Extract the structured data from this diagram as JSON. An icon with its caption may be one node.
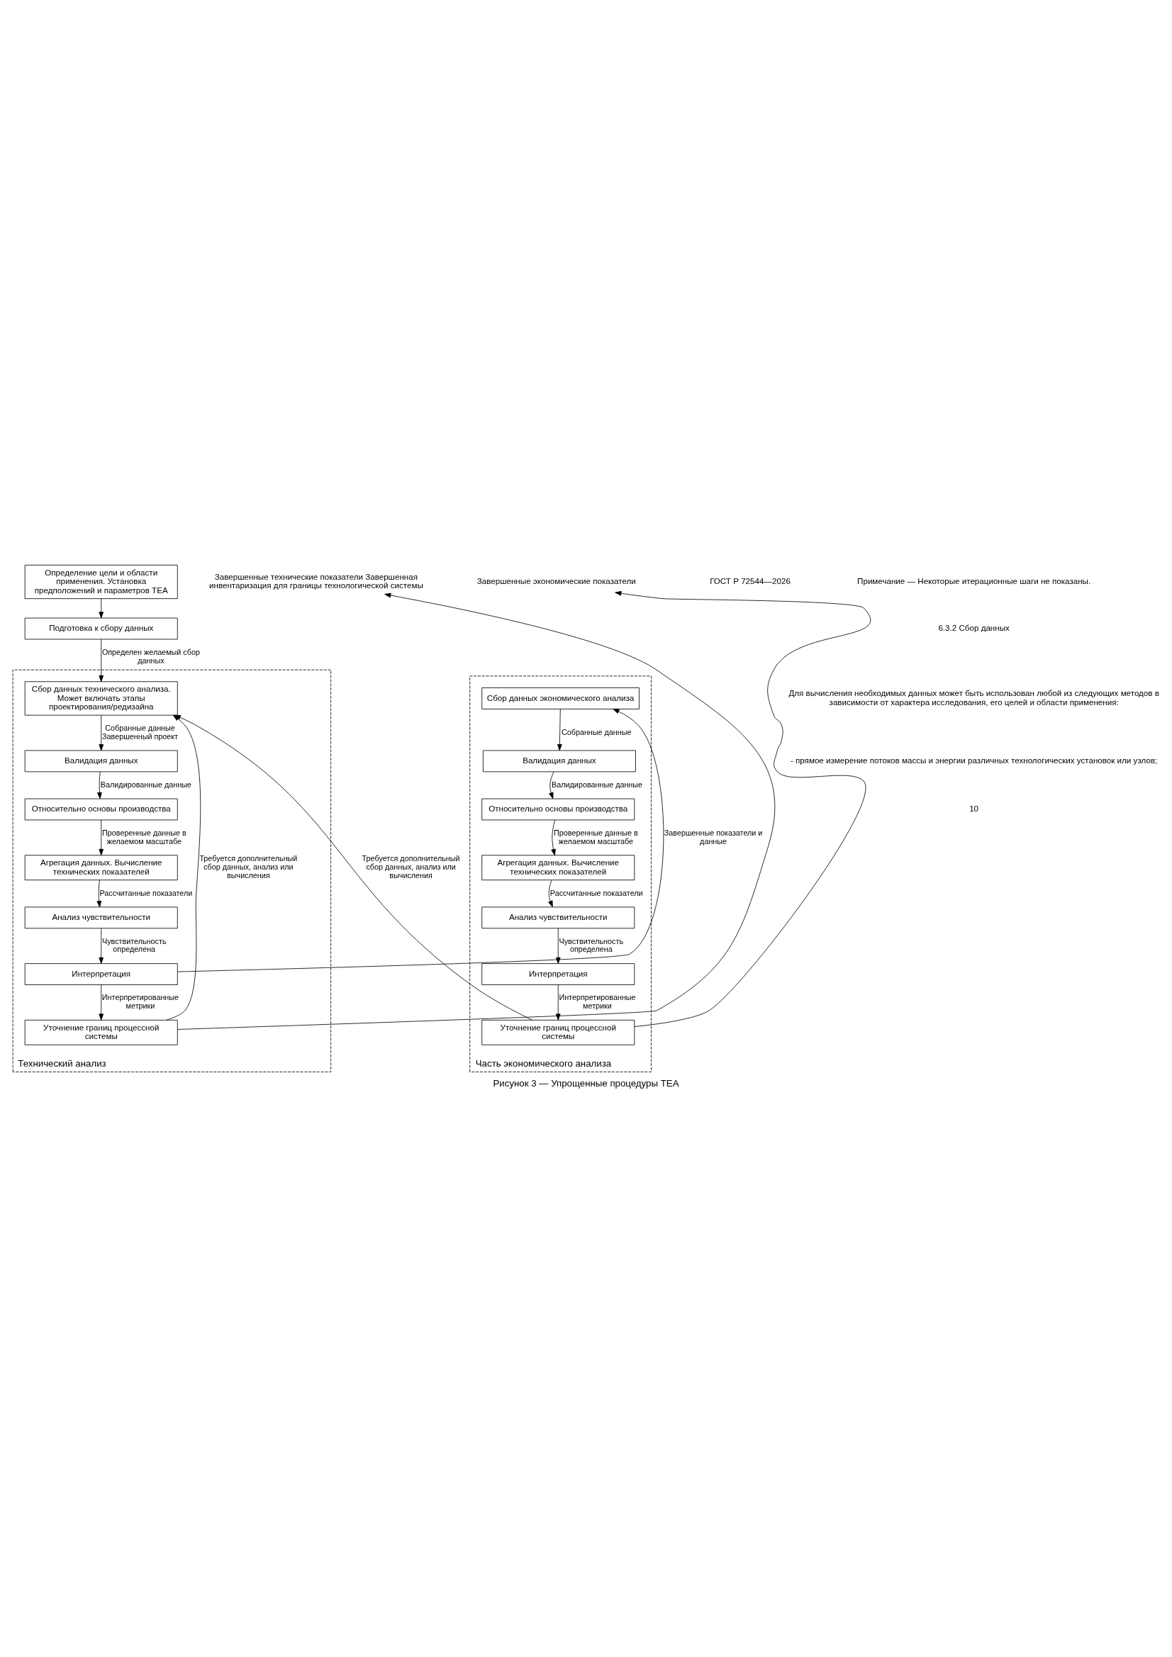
{
  "diagram": {
    "caption": "Рисунок 3 — Упрощенные процедуры TEA",
    "nodes": [
      {
        "text": [
          "Определение цели и области применения. Установка предположений и параметров TEA"
        ]
      },
      {
        "text": [
          "Подготовка к сбору данных"
        ]
      },
      {
        "text": [
          "Технический анализ"
        ]
      },
      {
        "text": [
          "Сбор данных технического анализа. Может включать этапы проектирования/редизайна"
        ],
        "in": 2
      },
      {
        "text": [
          "Валидация данных"
        ],
        "in": 2
      },
      {
        "text": [
          "Относительно основы производства"
        ],
        "in": 2
      },
      {
        "text": [
          "Агрегация данных. Вычисление технических показателей"
        ],
        "in": 2
      },
      {
        "text": [
          "Анализ чувствительности"
        ],
        "in": 2
      },
      {
        "text": [
          "Интерпретация"
        ],
        "in": 2
      },
      {
        "text": [
          "Уточнение границ процессной системы"
        ],
        "in": 2
      },
      {
        "text": [
          "Часть экономического анализа"
        ]
      },
      {
        "text": [
          "Сбор данных экономического анализа"
        ],
        "in": 10
      },
      {
        "text": [
          "Валидация данных"
        ],
        "in": 10
      },
      {
        "text": [
          "Относительно основы производства"
        ],
        "in": 10
      },
      {
        "text": [
          "Агрегация данных. Вычисление технических показателей"
        ],
        "in": 10
      },
      {
        "text": [
          "Анализ чувствительности"
        ],
        "in": 10
      },
      {
        "text": [
          "Интерпретация"
        ],
        "in": 10
      },
      {
        "text": [
          "Уточнение границ процессной системы"
        ],
        "in": 10
      },
      {
        "text": [
          "Завершенные технические показатели Завершенная инвентаризация для границы технологической системы"
        ]
      },
      {
        "text": [
          "Завершенные экономические показатели"
        ]
      }
    ],
    "edges": [
      {
        "from": 0,
        "to": 1,
        "arrow": "to"
      },
      {
        "from": 1,
        "to": 3,
        "arrow": "to",
        "label": "Определен желаемый сбор данных"
      },
      {
        "from": 3,
        "to": 4,
        "arrow": "to",
        "label": "Собранные данные Завершенный проект"
      },
      {
        "from": 4,
        "to": 5,
        "arrow": "to",
        "label": "Валидированные данные"
      },
      {
        "from": 5,
        "to": 6,
        "arrow": "to",
        "label": "Проверенные данные в желаемом масштабе"
      },
      {
        "from": 6,
        "to": 7,
        "arrow": "to",
        "label": "Рассчитанные показатели"
      },
      {
        "from": 7,
        "to": 8,
        "arrow": "to",
        "label": "Чувствительность определена"
      },
      {
        "from": 8,
        "to": 9,
        "arrow": "to",
        "label": "Интерпретированные метрики"
      },
      {
        "from": 9,
        "to": 18,
        "arrow": "to"
      },
      {
        "from": 9,
        "to": 3,
        "arrow": "to",
        "label": "Требуется дополнительный сбор данных, анализ или вычисления"
      },
      {
        "from": 8,
        "to": 11,
        "arrow": "to",
        "label": "Завершенные показатели и данные"
      },
      {
        "from": 11,
        "to": 12,
        "arrow": "to",
        "label": "Собранные данные"
      },
      {
        "from": 12,
        "to": 13,
        "arrow": "to",
        "label": "Валидированные данные"
      },
      {
        "from": 13,
        "to": 14,
        "arrow": "to",
        "label": "Проверенные данные в желаемом масштабе"
      },
      {
        "from": 14,
        "to": 15,
        "arrow": "to",
        "label": "Рассчитанные показатели"
      },
      {
        "from": 15,
        "to": 16,
        "arrow": "to",
        "label": "Чувствительность определена"
      },
      {
        "from": 16,
        "to": 17,
        "arrow": "to",
        "label": "Интерпретированные метрики"
      },
      {
        "from": 17,
        "to": 19,
        "arrow": "to"
      },
      {
        "from": 17,
        "to": 3,
        "arrow": "to",
        "label": "Требуется дополнительный сбор данных, анализ или вычисления"
      }
    ],
    "labels": [
      "ГОСТ Р 72544—2026",
      "Примечание — Некоторые итерационные шаги не показаны.",
      "6.3.2 Сбор данных",
      "Для вычисления необходимых данных может быть использован любой из следующих методов в зависимости от характера исследования, его целей и области применения:",
      "- прямое измерение потоков массы и энергии различных технологических установок или узлов;",
      "10"
    ]
  }
}
